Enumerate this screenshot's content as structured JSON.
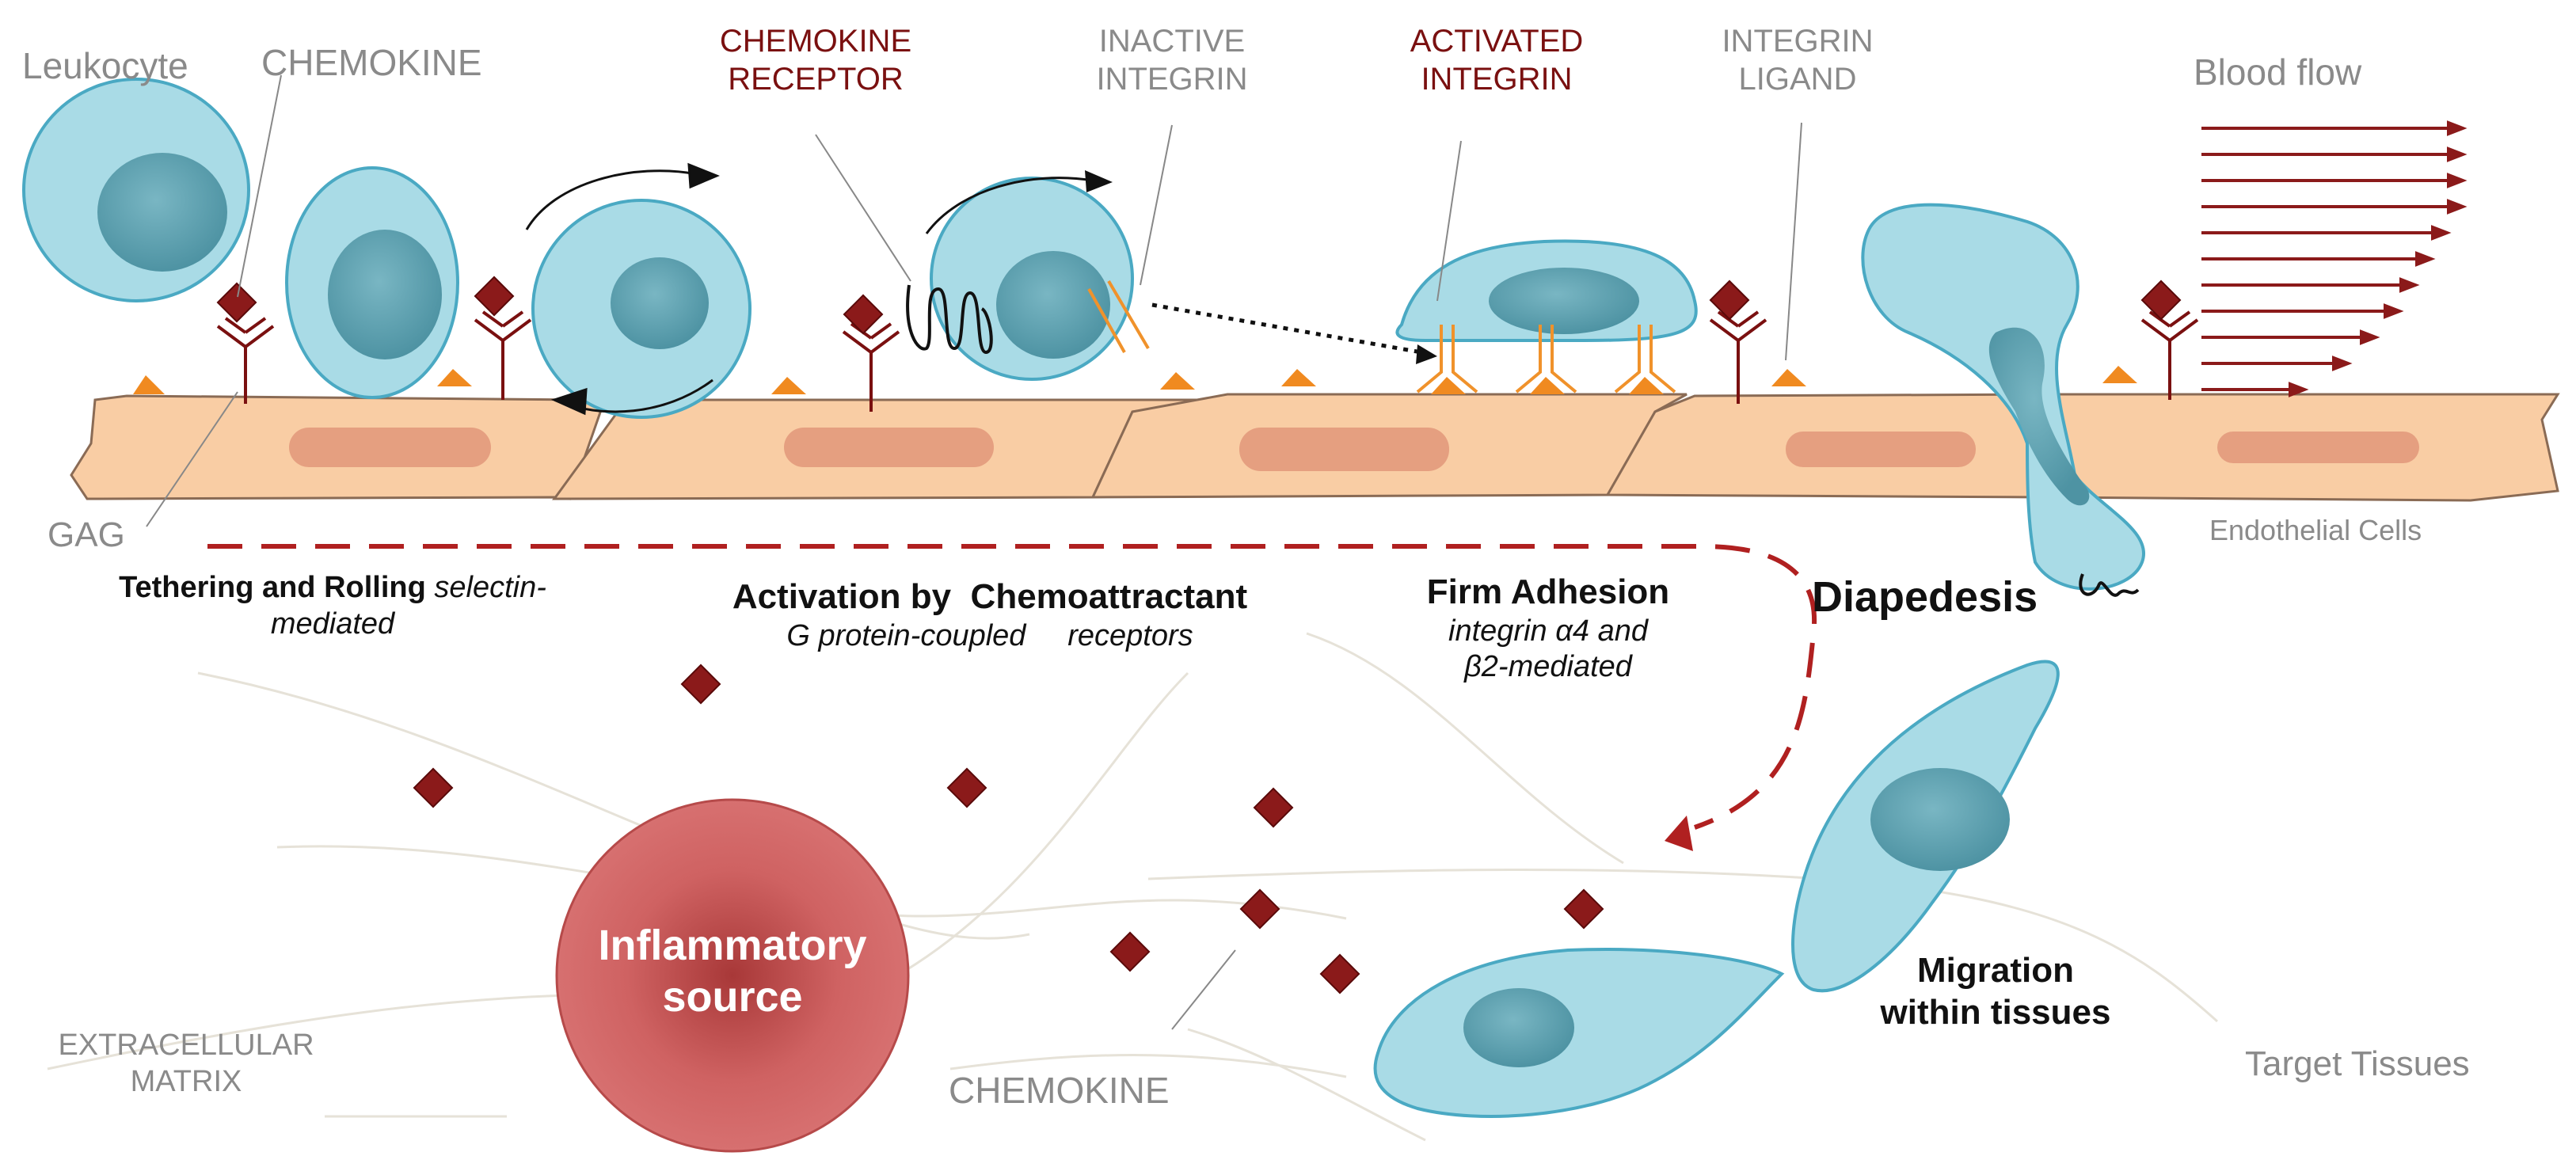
{
  "colors": {
    "cell_fill": "#a9dbe6",
    "cell_stroke": "#4aa9c3",
    "nucleus": "#5ea3b2",
    "endothelium": "#f9cda4",
    "endo_nucleus": "#e59f80",
    "chemokine": "#8b1a1a",
    "receptor": "#7a1010",
    "integrin": "#f0922b",
    "ligand": "#f08a20",
    "inflammatory": "#d06565",
    "dashed_path": "#b02020"
  },
  "labels": {
    "leukocyte": "Leukocyte",
    "chemokine_top": "CHEMOKINE",
    "chemokine_receptor_1": "CHEMOKINE",
    "chemokine_receptor_2": "RECEPTOR",
    "inactive_integrin_1": "INACTIVE",
    "inactive_integrin_2": "INTEGRIN",
    "activated_integrin_1": "ACTIVATED",
    "activated_integrin_2": "INTEGRIN",
    "integrin_ligand_1": "INTEGRIN",
    "integrin_ligand_2": "LIGAND",
    "blood_flow": "Blood flow",
    "gag": "GAG",
    "endothelial_cells": "Endothelial Cells",
    "extracellular_matrix_1": "EXTRACELLULAR",
    "extracellular_matrix_2": "MATRIX",
    "chemokine_bottom": "CHEMOKINE",
    "target_tissues": "Target Tissues",
    "inflammatory_1": "Inflammatory",
    "inflammatory_2": "source"
  },
  "steps": {
    "tethering_bold": "Tethering and Rolling",
    "tethering_it_1": "selectin-",
    "tethering_it_2": "mediated",
    "activation_bold_1": "Activation by",
    "activation_bold_2": "Chemoattractant",
    "activation_it_1": "G protein-coupled",
    "activation_it_2": "receptors",
    "firm_bold": "Firm Adhesion",
    "firm_it_1": "integrin α4 and",
    "firm_it_2": "β2-mediated",
    "diapedesis": "Diapedesis",
    "migration_1": "Migration",
    "migration_2": "within tissues"
  }
}
